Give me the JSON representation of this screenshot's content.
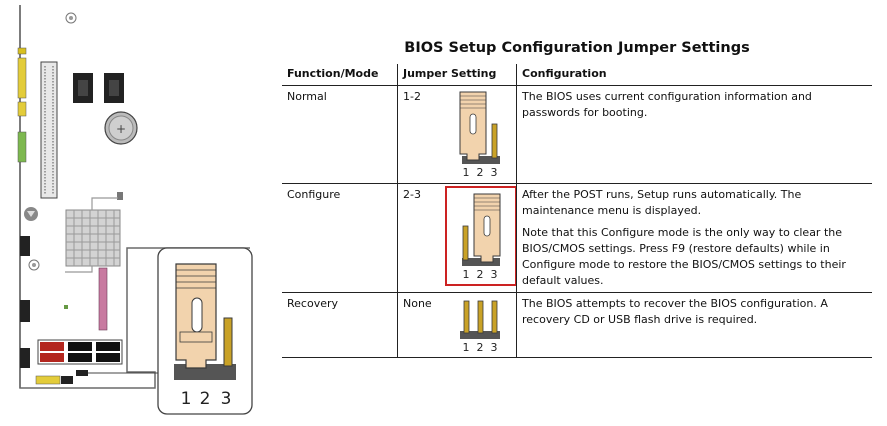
{
  "title": "BIOS Setup Configuration Jumper Settings",
  "table": {
    "headers": {
      "function": "Function/Mode",
      "jumper": "Jumper Setting",
      "configuration": "Configuration"
    },
    "rows": [
      {
        "function": "Normal",
        "setting": "1-2",
        "pin_labels": [
          "1",
          "2",
          "3"
        ],
        "jumper_state": "pins 1-2 covered",
        "configuration": [
          "The BIOS uses current configuration information and passwords for booting."
        ]
      },
      {
        "function": "Configure",
        "setting": "2-3",
        "pin_labels": [
          "1",
          "2",
          "3"
        ],
        "jumper_state": "pins 2-3 covered",
        "highlight_color": "#cc2222",
        "configuration": [
          "After the POST runs, Setup runs automatically.  The maintenance menu is displayed.",
          "Note that this Configure mode is the only way to clear the BIOS/CMOS settings.  Press F9 (restore defaults) while in Configure mode to restore the BIOS/CMOS settings to their default values."
        ]
      },
      {
        "function": "Recovery",
        "setting": "None",
        "pin_labels": [
          "1",
          "2",
          "3"
        ],
        "jumper_state": "no jumper",
        "configuration": [
          "The BIOS attempts to recover the BIOS configuration.  A recovery CD or USB flash drive is required."
        ]
      }
    ]
  },
  "board_callout": {
    "pin_labels": [
      "1",
      "2",
      "3"
    ],
    "jumper_state": "pins 1-2 covered"
  },
  "colors": {
    "jumper_cap": "#f2d3ad",
    "jumper_outline": "#3a3a3a",
    "pin": "#c9a227",
    "pin_base": "#555555",
    "highlight": "#cc2222",
    "board_outline": "#6a6a6a"
  },
  "icons": [
    "motherboard-illustration",
    "jumper-callout-illustration",
    "jumper-normal-icon",
    "jumper-configure-icon",
    "jumper-recovery-icon"
  ]
}
